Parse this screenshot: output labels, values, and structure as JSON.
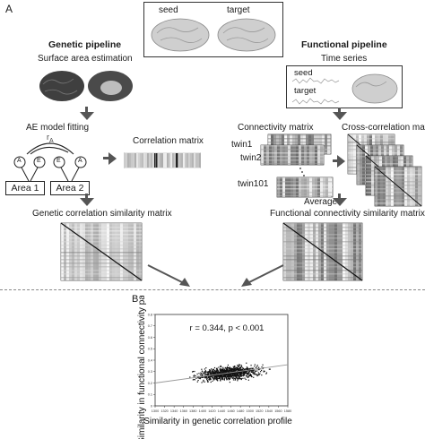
{
  "panel_labels": {
    "a": "A",
    "b": "B"
  },
  "top_brains": {
    "seed": "seed",
    "target": "target"
  },
  "genetic": {
    "title": "Genetic pipeline",
    "step1": "Surface area estimation",
    "step2": "AE model fitting",
    "corr_matrix": "Correlation matrix",
    "model": {
      "ra": "r",
      "ra_sub": "A",
      "a": "A",
      "e": "E",
      "area1": "Area 1",
      "area2": "Area 2"
    },
    "result": "Genetic correlation similarity matrix"
  },
  "functional": {
    "title": "Functional pipeline",
    "step1": "Time series",
    "seed": "seed",
    "target": "target",
    "connectivity": "Connectivity matrix",
    "cross": "Cross-correlation matrix",
    "twin1": "twin1",
    "twin2": "twin2",
    "twin101": "twin101",
    "average": "Average",
    "result": "Functional connectivity similarity matrix"
  },
  "chart_data": {
    "type": "scatter",
    "annotation": "r = 0.344, p < 0.001",
    "xlabel": "Similarity in genetic correlation profile",
    "ylabel": "Similarity in functional connectivity pattern",
    "x_ticks": [
      "1300",
      "1320",
      "1340",
      "1360",
      "1380",
      "1400",
      "1420",
      "1440",
      "1460",
      "1480",
      "1500",
      "1520",
      "1540",
      "1560",
      "1580"
    ],
    "y_ticks": [
      "0",
      "0.1",
      "0.2",
      "0.3",
      "0.4",
      "0.5",
      "0.6",
      "0.7",
      "0.8"
    ],
    "xlim": [
      1300,
      1580
    ],
    "ylim": [
      0,
      0.8
    ],
    "cluster": {
      "x_center": 1455,
      "x_spread": 55,
      "y_center": 0.29,
      "y_spread": 0.05
    },
    "trend_line": {
      "x": [
        1300,
        1580
      ],
      "y": [
        0.2,
        0.36
      ]
    }
  }
}
